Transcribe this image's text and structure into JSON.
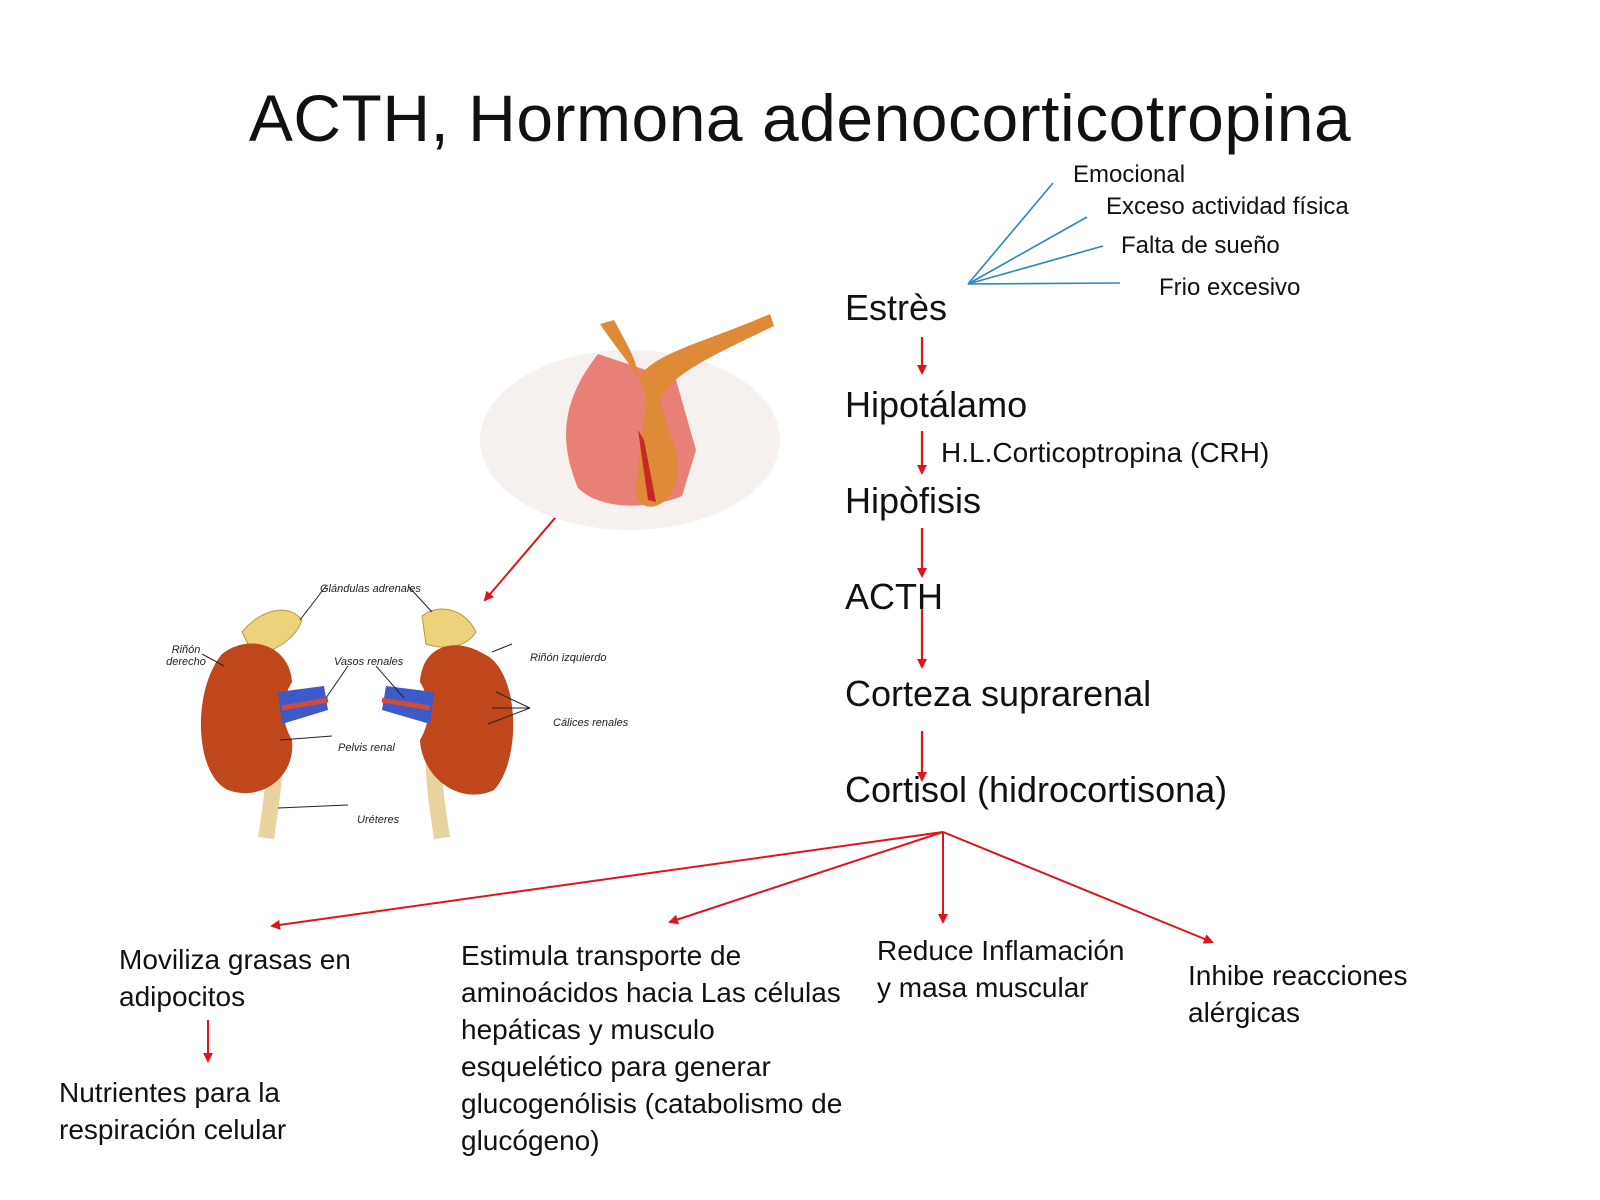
{
  "title": "ACTH, Hormona adenocorticotropina",
  "stress_causes": [
    "Emocional",
    "Exceso actividad física",
    "Falta de sueño",
    "Frio excesivo"
  ],
  "chain": {
    "estres": "Estrès",
    "hipotalamo": "Hipotálamo",
    "crh": "H.L.Corticoptropina (CRH)",
    "hipofisis": "Hipòfisis",
    "acth": "ACTH",
    "corteza": "Corteza suprarenal",
    "cortisol": "Cortisol (hidrocortisona)"
  },
  "effects": {
    "grasas": "Moviliza grasas en adipocitos",
    "nutrientes": "Nutrientes para la respiración celular",
    "transporte": "Estimula transporte de aminoácidos hacia Las células hepáticas y musculo esquelético para generar glucogenólisis (catabolismo de glucógeno)",
    "inflamacion": "Reduce Inflamación y masa muscular",
    "alergias": "Inhibe reacciones alérgicas"
  },
  "kidney_labels": {
    "glandulas": "Glándulas adrenales",
    "rinon_derecho": "Riñón derecho",
    "vasos": "Vasos renales",
    "rinon_izquierdo": "Riñón izquierdo",
    "calices": "Cálices renales",
    "pelvis": "Pelvis renal",
    "ureteres": "Uréteres"
  },
  "colors": {
    "arrow": "#e0141c",
    "cause_line": "#2e86c1"
  }
}
